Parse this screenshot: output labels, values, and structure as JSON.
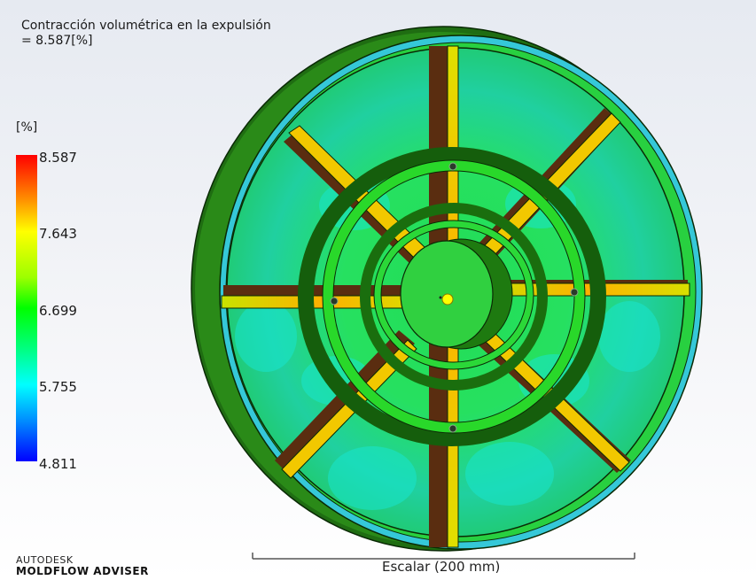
{
  "result": {
    "title_line1": "Contracción volumétrica en la expulsión",
    "title_line2": "= 8.587[%]"
  },
  "legend": {
    "unit": "[%]",
    "ticks": [
      "8.587",
      "7.643",
      "6.699",
      "5.755",
      "4.811"
    ],
    "colors": {
      "max": "#ff0000",
      "high": "#ffff00",
      "mid": "#00ff00",
      "low": "#00ffff",
      "min": "#0000ff"
    }
  },
  "scale_bar": {
    "label": "Escalar (200 mm)"
  },
  "brand": {
    "line1": "AUTODESK",
    "line2": "MOLDFLOW ADVISER"
  }
}
